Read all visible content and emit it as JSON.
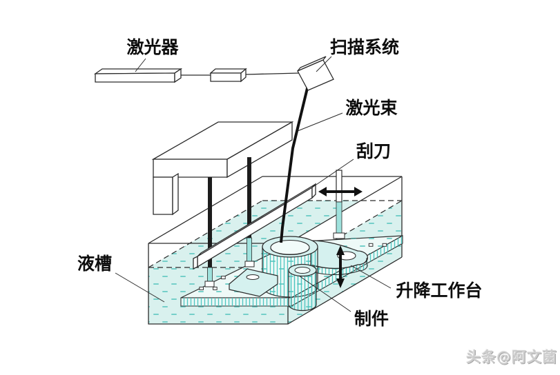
{
  "diagram": {
    "labels": {
      "laser": "激光器",
      "scanner": "扫描系统",
      "laser_beam": "激光束",
      "scraper": "刮刀",
      "tank": "液槽",
      "platform": "升降工作台",
      "part": "制件"
    },
    "watermark": "头条@阿文菌",
    "colors": {
      "liquid": "#d9f1ee",
      "dash": "#74cfc9",
      "hatch": "#4cc5c0",
      "hatchbg": "#e9f8f6",
      "part": "#d5f1ef",
      "platetop": "#eef9f7",
      "rod": "#9fe2dd",
      "outline": "#2a2a2a",
      "watermark": "#cdcdcd"
    }
  }
}
